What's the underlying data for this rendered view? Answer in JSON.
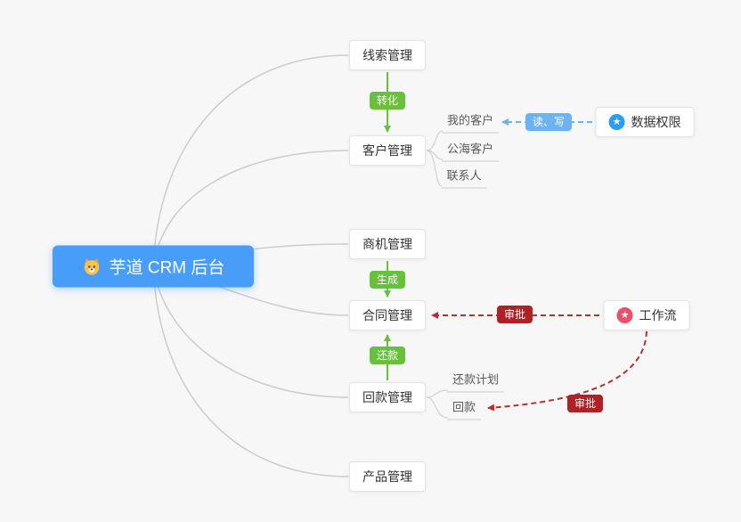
{
  "root": {
    "label": "芋道 CRM 后台"
  },
  "nodes": {
    "clue": {
      "label": "线索管理"
    },
    "customer": {
      "label": "客户管理"
    },
    "opportunity": {
      "label": "商机管理"
    },
    "contract": {
      "label": "合同管理"
    },
    "receivable": {
      "label": "回款管理"
    },
    "product": {
      "label": "产品管理"
    },
    "data_permission": {
      "label": "数据权限"
    },
    "workflow": {
      "label": "工作流"
    }
  },
  "children": {
    "my_customer": "我的客户",
    "public_customer": "公海客户",
    "contact": "联系人",
    "repayment_plan": "还款计划",
    "repayment": "回款"
  },
  "edges": {
    "convert": "转化",
    "generate": "生成",
    "repay": "还款",
    "read_write": "读、写",
    "approve_contract": "审批",
    "approve_receivable": "审批"
  },
  "icons": {
    "root": "dog-icon",
    "data_permission": "star-icon",
    "workflow": "star-icon",
    "star_glyph": "★"
  },
  "colors": {
    "background": "#f7f7f8",
    "root_blue": "#489df8",
    "green": "#67c23a",
    "light_blue": "#6db3f2",
    "dark_red": "#b02125",
    "red_line": "#b8302f",
    "gray_line": "#cccccc",
    "data_permission_icon": "#2b9df4",
    "workflow_icon": "#ee4f68"
  }
}
